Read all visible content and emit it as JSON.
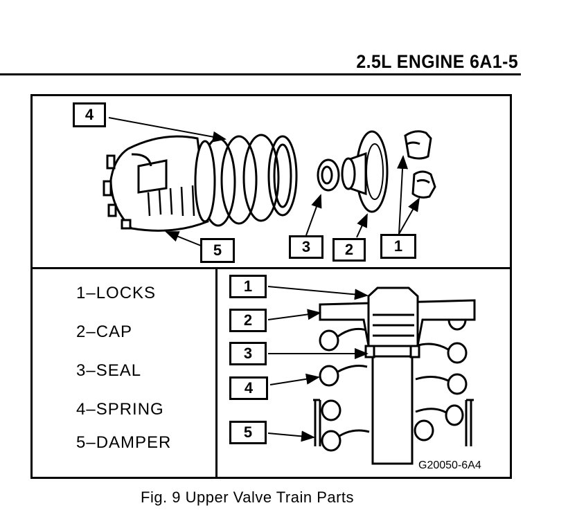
{
  "header": {
    "title": "2.5L ENGINE  6A1-5"
  },
  "legend": [
    {
      "label": "1–LOCKS"
    },
    {
      "label": "2–CAP"
    },
    {
      "label": "3–SEAL"
    },
    {
      "label": "4–SPRING"
    },
    {
      "label": "5–DAMPER"
    }
  ],
  "callouts_top": [
    "4",
    "5",
    "3",
    "2",
    "1"
  ],
  "callouts_bottom": [
    "1",
    "2",
    "3",
    "4",
    "5"
  ],
  "figure_code": "G20050-6A4",
  "caption": "Fig. 9 Upper Valve Train Parts"
}
